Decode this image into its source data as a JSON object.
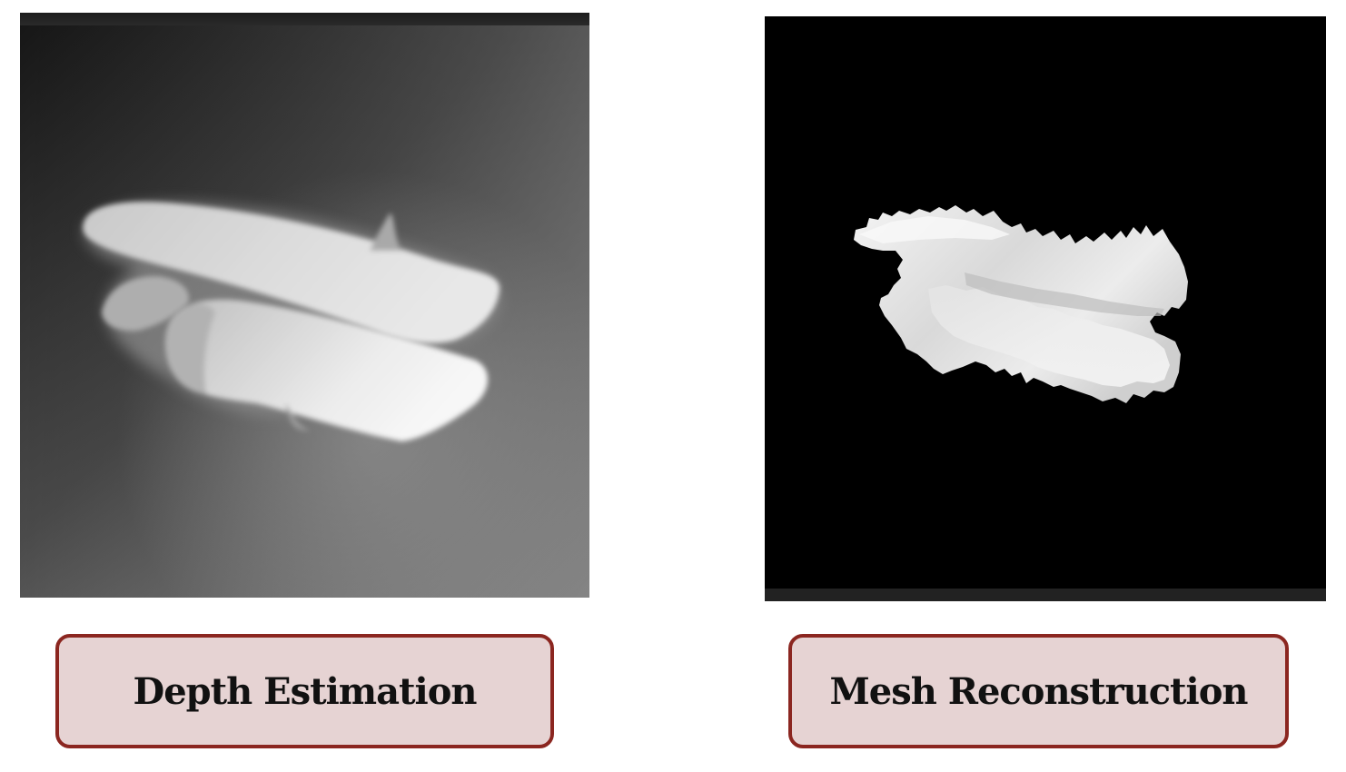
{
  "panels": [
    {
      "caption": "Depth Estimation",
      "image": "depth-map-image"
    },
    {
      "caption": "Mesh Reconstruction",
      "image": "mesh-reconstruction-image"
    }
  ],
  "colors": {
    "caption_border": "#8b2620",
    "caption_fill": "#e6d3d3",
    "mesh_background": "#000000"
  }
}
